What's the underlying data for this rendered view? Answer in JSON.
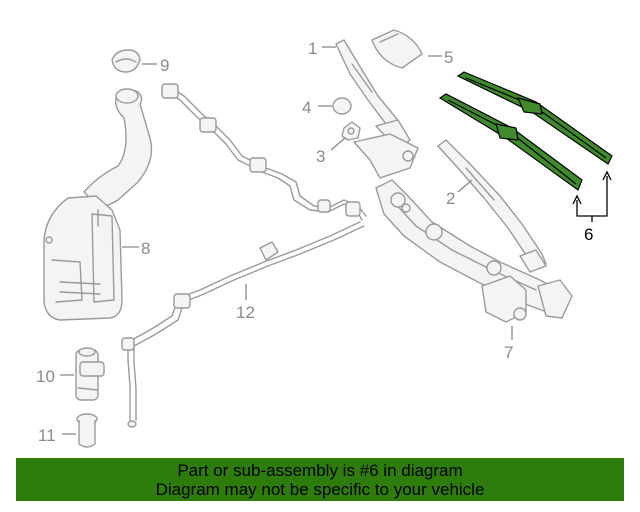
{
  "callouts": {
    "c1": "1",
    "c2": "2",
    "c3": "3",
    "c4": "4",
    "c5": "5",
    "c6": "6",
    "c7": "7",
    "c8": "8",
    "c9": "9",
    "c10": "10",
    "c11": "11",
    "c12": "12"
  },
  "footer": {
    "line1": "Part or sub-assembly is #6 in diagram",
    "line2": "Diagram may not be specific to your vehicle"
  },
  "colors": {
    "highlight_part": "#3f8a2d",
    "footer_bg": "#2e7d0c",
    "linework": "#9a9a9a"
  }
}
